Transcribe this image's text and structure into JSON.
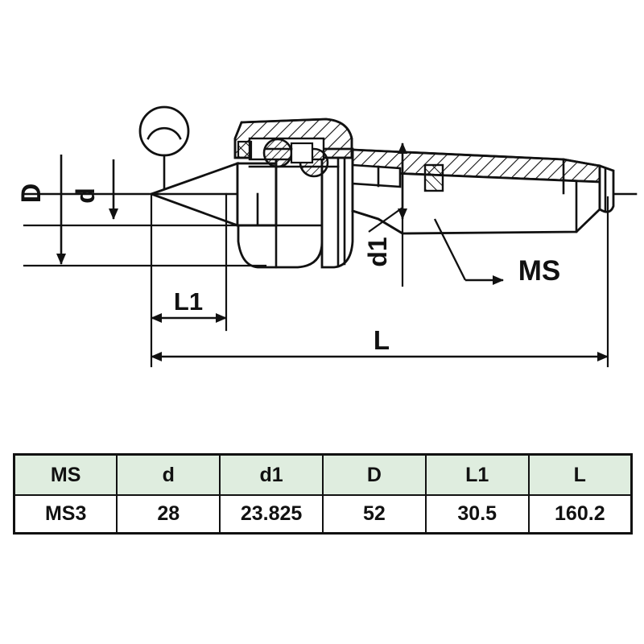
{
  "drawing": {
    "title": "live-center-technical-drawing",
    "dimension_labels": {
      "D": "D",
      "d": "d",
      "d1": "d1",
      "L1": "L1",
      "L": "L",
      "MS": "MS"
    },
    "line_color": "#111111",
    "background_color": "#ffffff"
  },
  "table": {
    "header_background": "#dfeddf",
    "border_color": "#111111",
    "columns": [
      "MS",
      "d",
      "d1",
      "D",
      "L1",
      "L"
    ],
    "rows": [
      [
        "MS3",
        "28",
        "23.825",
        "52",
        "30.5",
        "160.2"
      ]
    ]
  }
}
